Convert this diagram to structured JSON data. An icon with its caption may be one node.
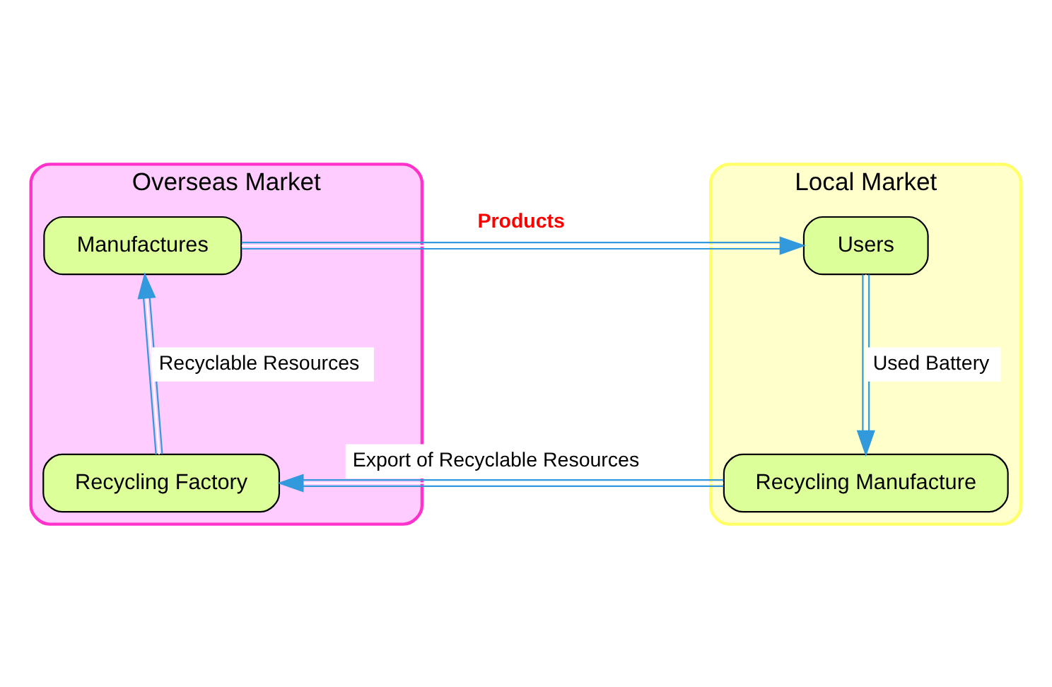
{
  "diagram": {
    "nodes": [
      {
        "text": [
          "Overseas Market"
        ]
      },
      {
        "text": [
          "Local Market"
        ]
      },
      {
        "text": [
          "Manufactures"
        ],
        "in": 0
      },
      {
        "text": [
          "Users"
        ],
        "in": 1
      },
      {
        "text": [
          "Recycling Factory"
        ],
        "in": 0
      },
      {
        "text": [
          "Recycling Manufacture"
        ],
        "in": 1
      }
    ],
    "edges": [
      {
        "from": 2,
        "to": 3,
        "arrow": "to",
        "label": "Products"
      },
      {
        "from": 3,
        "to": 5,
        "arrow": "to",
        "label": "Used Battery"
      },
      {
        "from": 5,
        "to": 4,
        "arrow": "to",
        "label": "Export of Recyclable Resources"
      },
      {
        "from": 4,
        "to": 2,
        "arrow": "to",
        "label": "Recyclable Resources"
      }
    ]
  }
}
